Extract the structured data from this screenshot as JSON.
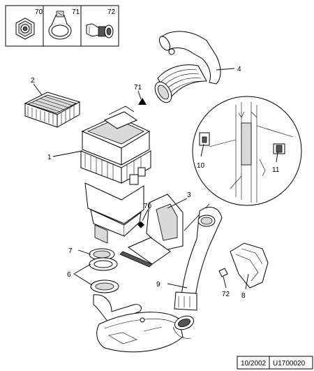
{
  "legend_boxes": [
    {
      "number": "70",
      "icon": "hex-nut-icon"
    },
    {
      "number": "71",
      "icon": "hose-clamp-icon"
    },
    {
      "number": "72",
      "icon": "push-rivet-icon"
    }
  ],
  "callouts": {
    "c1": "1",
    "c2": "2",
    "c3": "3",
    "c4": "4",
    "c6": "6",
    "c7": "7",
    "c8": "8",
    "c9": "9",
    "c10": "10",
    "c11": "11",
    "c70": "70",
    "c71": "71",
    "c72": "72"
  },
  "footer": {
    "date": "10/2002",
    "reference": "U1700020"
  }
}
